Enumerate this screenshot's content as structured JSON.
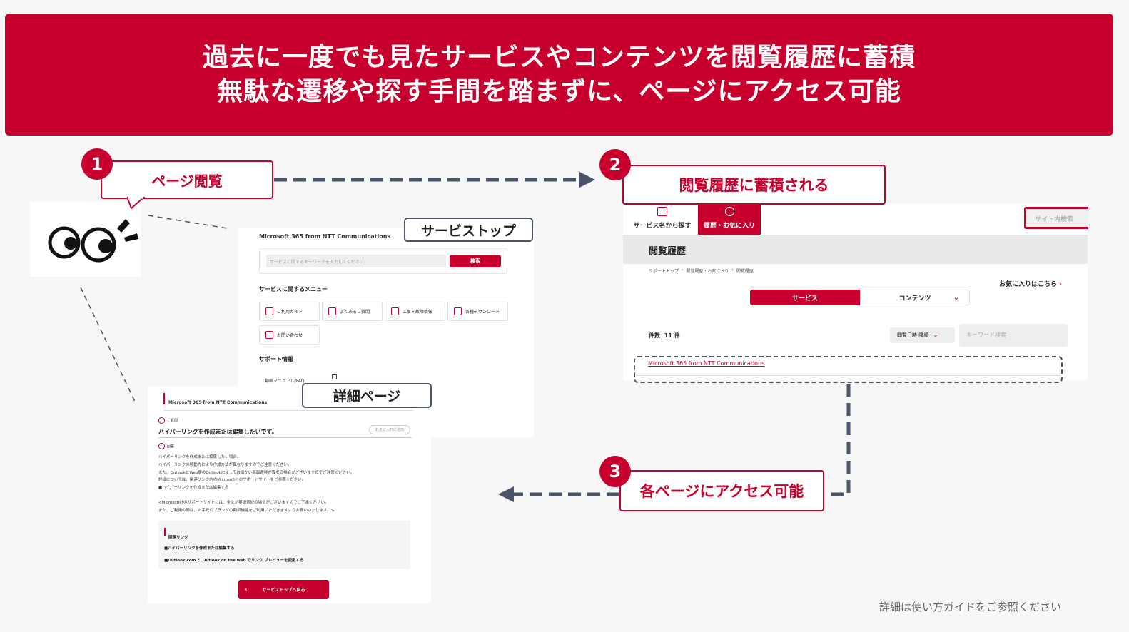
{
  "banner": {
    "line1": "過去に一度でも見たサービスやコンテンツを閲覧履歴に蓄積",
    "line2": "無駄な遷移や探す手間を踏まずに、ページにアクセス可能"
  },
  "steps": [
    {
      "number": "1",
      "label": "ページ閲覧"
    },
    {
      "number": "2",
      "label": "閲覧履歴に蓄積される"
    },
    {
      "number": "3",
      "label": "各ページにアクセス可能"
    }
  ],
  "service_top": {
    "tag": "サービストップ",
    "title": "Microsoft 365 from NTT Communications",
    "search_placeholder": "サービスに関するキーワードを入力してください",
    "search_button": "検索",
    "menu_title": "サービスに関するメニュー",
    "menu_items": [
      "ご利用ガイド",
      "よくあるご質問",
      "工事・故障情報",
      "各種ダウンロード",
      "お問い合わせ"
    ],
    "support_title": "サポート情報",
    "support_item": "動画マニュアル/FAQ"
  },
  "detail": {
    "tag": "詳細ページ",
    "title": "Microsoft 365 from NTT Communications",
    "favorite_button": "お気に入りに追加",
    "q_label": "ご質問",
    "question": "ハイパーリンクを作成または編集したいです。",
    "a_label": "回答",
    "answer_lines": [
      "ハイパーリンクを作成または編集したい場合、",
      "ハイパーリンクの移動先により作成方法が異なりますのでご注意ください。",
      "また、OutlookとWeb版のOutlookによっては細かい画面遷移が異なる場合がございますのでご注意ください。",
      "詳細については、関連リンク内のMicrosoft社のサポートサイトをご参照ください。",
      "■ハイパーリンクを作成または編集する",
      "",
      "<Microsoft社のサポートサイトには、全文が英語表記の場合がございますのでご了承ください。",
      "また、ご利用の際は、お手元のブラウザの翻訳機能をご利用いただきますようお願いいたします。>"
    ],
    "related_title": "関連リンク",
    "related_links": [
      "■ハイパーリンクを作成または編集する",
      "■Outlook.com と Outlook on the web でリンク プレビューを使用する"
    ],
    "back_button": "サービストップへ戻る"
  },
  "history": {
    "tab_service_name": "サービス名から探す",
    "tab_history": "履歴・お気に入り",
    "site_search": "サイト内検索",
    "page_title": "閲覧履歴",
    "breadcrumb": [
      "サポートトップ",
      "閲覧履歴・お気に入り",
      "閲覧履歴"
    ],
    "favorites_link": "お気に入りはこちら",
    "seg_service": "サービス",
    "seg_contents": "コンテンツ",
    "count_label": "件数",
    "count_value": "11 件",
    "sort_label": "閲覧日時 降順",
    "keyword_placeholder": "キーワード検索",
    "result_item": "Microsoft 365 from NTT Communications"
  },
  "footnote": "詳細は使い方ガイドをご参照ください",
  "colors": {
    "brand": "#c8002d",
    "arrow": "#4a5568"
  }
}
